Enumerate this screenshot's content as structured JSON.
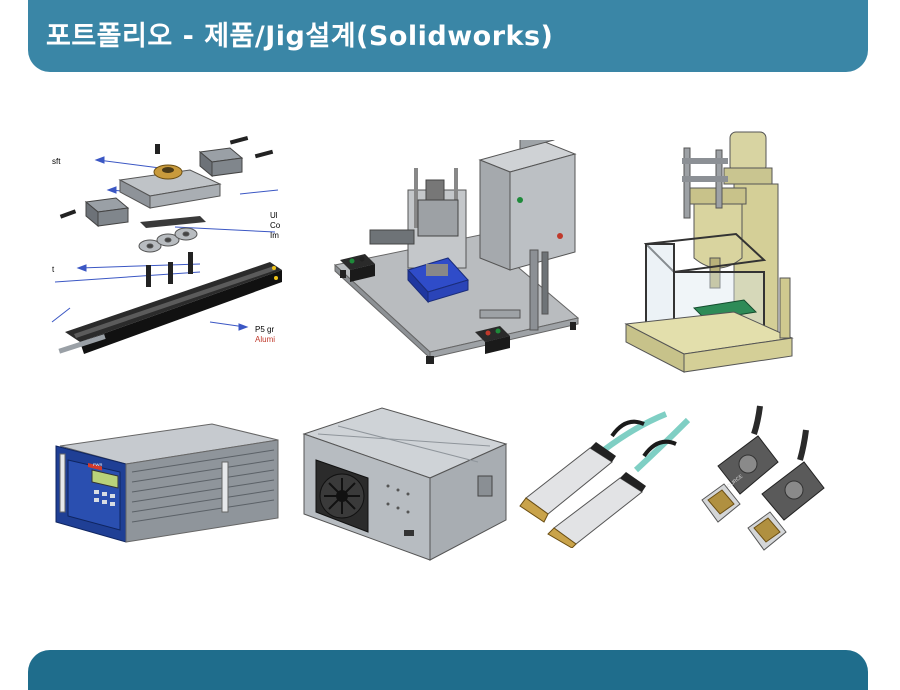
{
  "header": {
    "title": "포트폴리오 - 제품/Jig설계(Solidworks)"
  },
  "exploded_view": {
    "callouts": [
      "sft",
      "Ul",
      "Co",
      "Im",
      "t",
      "P5 gr",
      "Alumi"
    ]
  },
  "lcd_panel": {
    "brand_mark": "PWR"
  },
  "hdmi_cable": {
    "label": "SOURCE"
  },
  "colors": {
    "banner": "#3a86a6",
    "footer": "#1f6d8c",
    "text": "#ffffff"
  }
}
